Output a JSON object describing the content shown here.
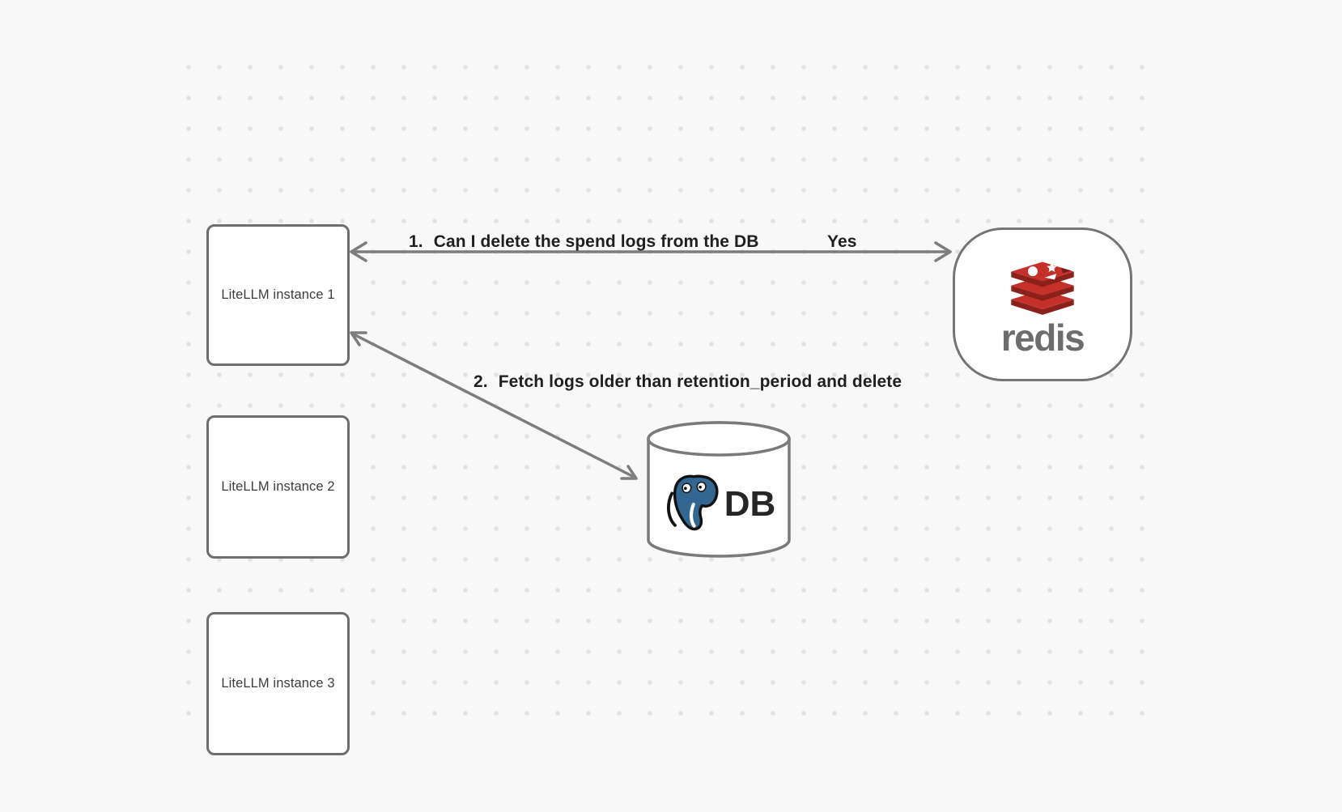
{
  "diagram": {
    "instances": [
      {
        "label": "LiteLLM instance 1"
      },
      {
        "label": "LiteLLM instance 2"
      },
      {
        "label": "LiteLLM instance 3"
      }
    ],
    "redis": {
      "wordmark": "redis"
    },
    "db": {
      "label": "DB"
    },
    "messages": [
      {
        "number": "1.",
        "text": "Can I delete the spend logs from the DB",
        "reply": "Yes"
      },
      {
        "number": "2.",
        "text": "Fetch logs older than retention_period and delete"
      }
    ],
    "colors": {
      "background": "#f8f8f8",
      "dot_grid": "#e3e3e3",
      "box_border": "#6e6e6e",
      "arrow": "#7d7d7d",
      "label_text": "#1f1f1f",
      "redis_red": "#c6302b",
      "redis_dark_red": "#8c211c",
      "redis_wordmark_gray": "#6d6d6d",
      "postgres_blue": "#336791"
    }
  }
}
